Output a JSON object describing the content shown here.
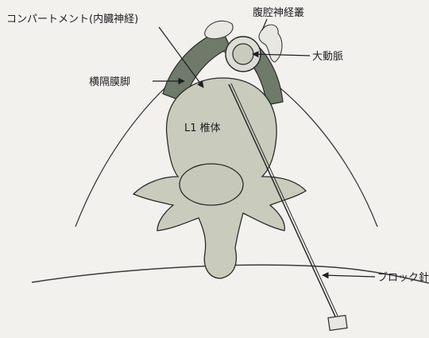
{
  "labels": {
    "compartment": "コンパートメント(内臓神経)",
    "celiac_plexus": "腹腔神経叢",
    "aorta": "大動脈",
    "diaphragm_crus": "横隔膜脚",
    "vertebra": "L1 椎体",
    "block_needle": "ブロック針"
  },
  "colors": {
    "background": "#f2f1ee",
    "tissue_fill": "#c9ccbd",
    "crus_fill": "#6f7a6a",
    "outline": "#2a2a2a"
  }
}
